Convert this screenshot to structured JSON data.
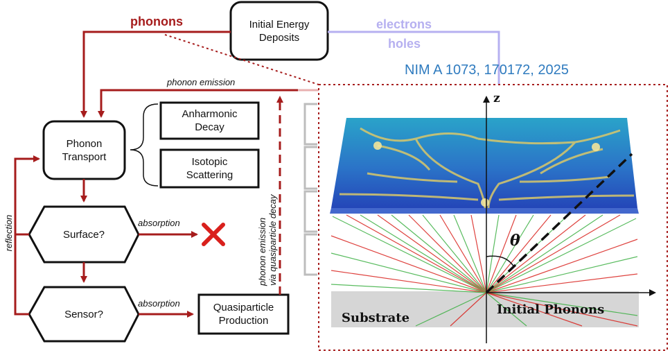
{
  "nodes": {
    "initial_energy": "Initial Energy\nDeposits",
    "phonon_transport": "Phonon\nTransport",
    "anharmonic": "Anharmonic\nDecay",
    "isotopic": "Isotopic\nScattering",
    "surface": "Surface?",
    "sensor": "Sensor?",
    "quasiparticle": "Quasiparticle\nProduction"
  },
  "labels": {
    "phonons": "phonons",
    "electrons": "electrons",
    "holes": "holes",
    "citation": "NIM A 1073, 170172, 2025",
    "phonon_emission": "phonon emission",
    "absorption_surface": "absorption",
    "absorption_sensor": "absorption",
    "reflection": "reflection",
    "qp_decay_line1": "phonon emission",
    "qp_decay_line2": "via quasiparticle decay"
  },
  "inset": {
    "z_axis": "z",
    "theta": "θ",
    "substrate": "Substrate",
    "initial_phonons": "Initial Phonons"
  },
  "colors": {
    "dark_red": "#a61c1c",
    "light_purple": "#b6b0f0",
    "citation_blue": "#2f7bbf",
    "bracket_gray": "#bdbdbd"
  }
}
